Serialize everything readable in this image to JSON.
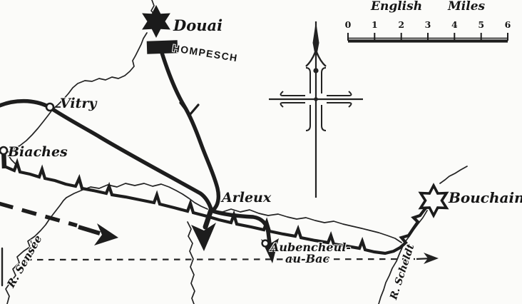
{
  "colors": {
    "ink": "#1d1d1d",
    "paper": "#fbfbf9"
  },
  "scale_bar": {
    "title": "English Miles",
    "unit_ticks": [
      "0",
      "1",
      "2",
      "3",
      "4",
      "5",
      "6"
    ]
  },
  "places": {
    "douai": {
      "label": "Douai",
      "marker": "filled-star"
    },
    "hompesch": {
      "label": "HOMPESCH",
      "marker": "filled-block"
    },
    "vitry": {
      "label": "Vitry",
      "marker": "circle"
    },
    "biaches": {
      "label": "Biaches",
      "marker": "circle"
    },
    "arleux": {
      "label": "Arleux",
      "marker": "route-convergence-arrow"
    },
    "aubencheul": {
      "line1": "Aubencheul-",
      "line2": "au-Bac",
      "marker": "circle"
    },
    "bouchain": {
      "label": "Bouchain",
      "marker": "open-star"
    }
  },
  "rivers": {
    "sensee": {
      "label": "R. Sensée"
    },
    "scheldt": {
      "label": "R. Scheldt"
    }
  }
}
